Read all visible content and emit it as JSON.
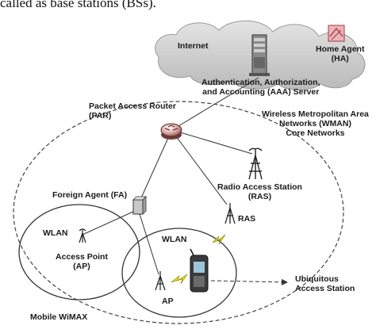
{
  "caption_fragment": "called as base stations (BSs).",
  "nodes": {
    "internet": "Internet",
    "home_agent": {
      "line1": "Home Agent",
      "line2": "(HA)"
    },
    "aaa": {
      "line1": "Authentication, Authorization,",
      "line2": "and Accounting (AAA) Server"
    },
    "par": {
      "line1": "Packet Access Router",
      "line2": "(PAR)"
    },
    "wman": {
      "line1": "Wireless Metropolitan Area",
      "line2": "Networks (WMAN)",
      "line3": "Core Networks"
    },
    "foreign_agent": "Foreign Agent (FA)",
    "ras_main": {
      "line1": "Radio Access Station",
      "line2": "(RAS)"
    },
    "ras_small": "RAS",
    "wlan_left": "WLAN",
    "access_point": {
      "line1": "Access Point",
      "line2": "(AP)"
    },
    "wlan_right": "WLAN",
    "ap": "AP",
    "ubiquitous": {
      "line1": "Ubiquitous",
      "line2": "Access Station"
    },
    "mobile_wimax": "Mobile WiMAX"
  },
  "colors": {
    "line": "#333333",
    "cloud_fill": "#c9c9c9",
    "lightning": "#e8e000"
  }
}
